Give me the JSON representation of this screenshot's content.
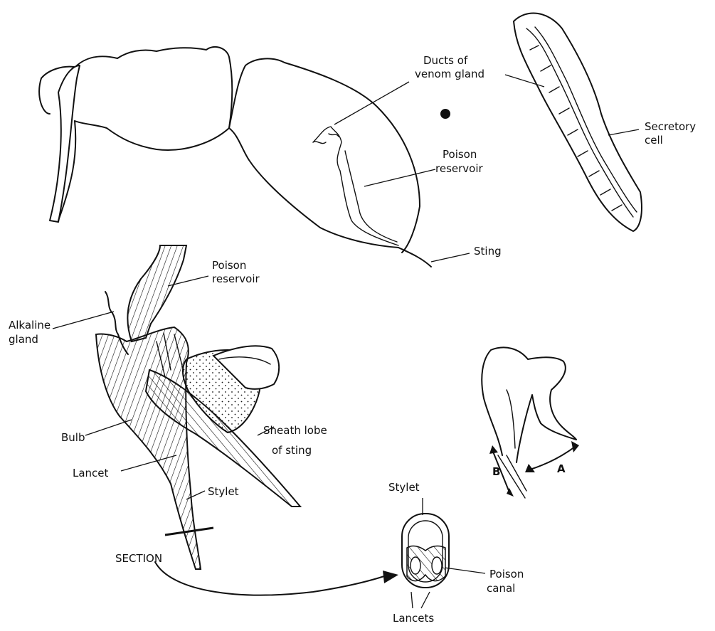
{
  "labels": {
    "ducts": [
      "Ducts of",
      "venom gland"
    ],
    "secretory": [
      "Secretory",
      "cell"
    ],
    "reservoir_top": [
      "Poison",
      "reservoir"
    ],
    "sting": "Sting",
    "reservoir_mid": [
      "Poison",
      "reservoir"
    ],
    "alkaline": [
      "Alkaline",
      "gland"
    ],
    "bulb": "Bulb",
    "lancet": "Lancet",
    "stylet_mid": "Stylet",
    "sheath": [
      "Sheath lobe",
      "of sting"
    ],
    "section": "SECTION",
    "stylet_sec": "Stylet",
    "poison_canal": [
      "Poison",
      "canal"
    ],
    "lancets": "Lancets",
    "arrow_a": "A",
    "arrow_b": "B"
  }
}
